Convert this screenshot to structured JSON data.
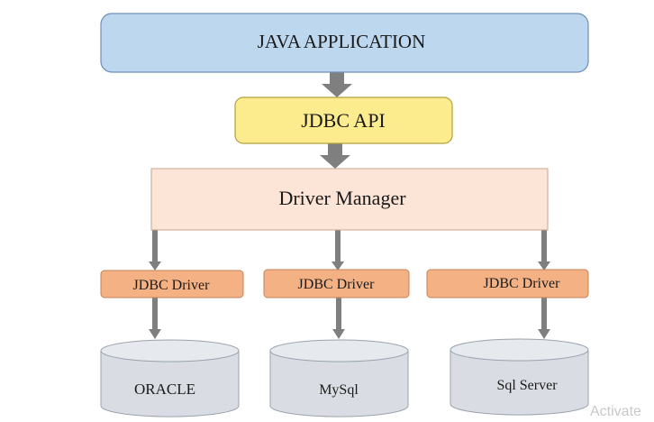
{
  "nodes": {
    "java_application": {
      "label": "JAVA APPLICATION",
      "color": "#bdd7ee"
    },
    "jdbc_api": {
      "label": "JDBC API",
      "color": "#fdec8e"
    },
    "driver_manager": {
      "label": "Driver Manager",
      "color": "#fce4d6"
    },
    "drivers": [
      {
        "label": "JDBC Driver",
        "color": "#f4b183"
      },
      {
        "label": "JDBC Driver",
        "color": "#f4b183"
      },
      {
        "label": "JDBC Driver",
        "color": "#f4b183"
      }
    ],
    "databases": [
      {
        "label": "ORACLE",
        "color": "#d9dde3"
      },
      {
        "label": "MySql",
        "color": "#d9dde3"
      },
      {
        "label": "Sql Server",
        "color": "#d9dde3"
      }
    ]
  },
  "connector_color": "#7f7f7f",
  "watermark": "Activate"
}
